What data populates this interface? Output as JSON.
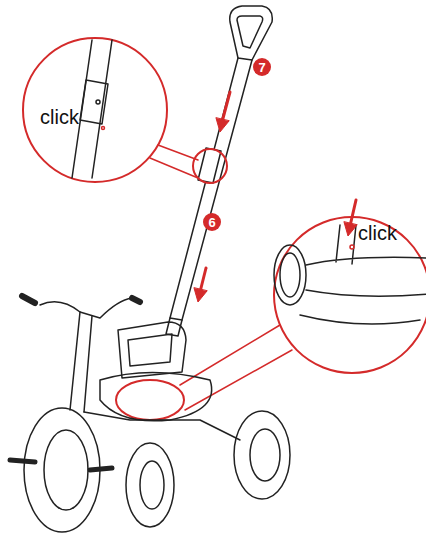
{
  "diagram": {
    "labels": [
      "7",
      "click",
      "6",
      "click"
    ]
  }
}
